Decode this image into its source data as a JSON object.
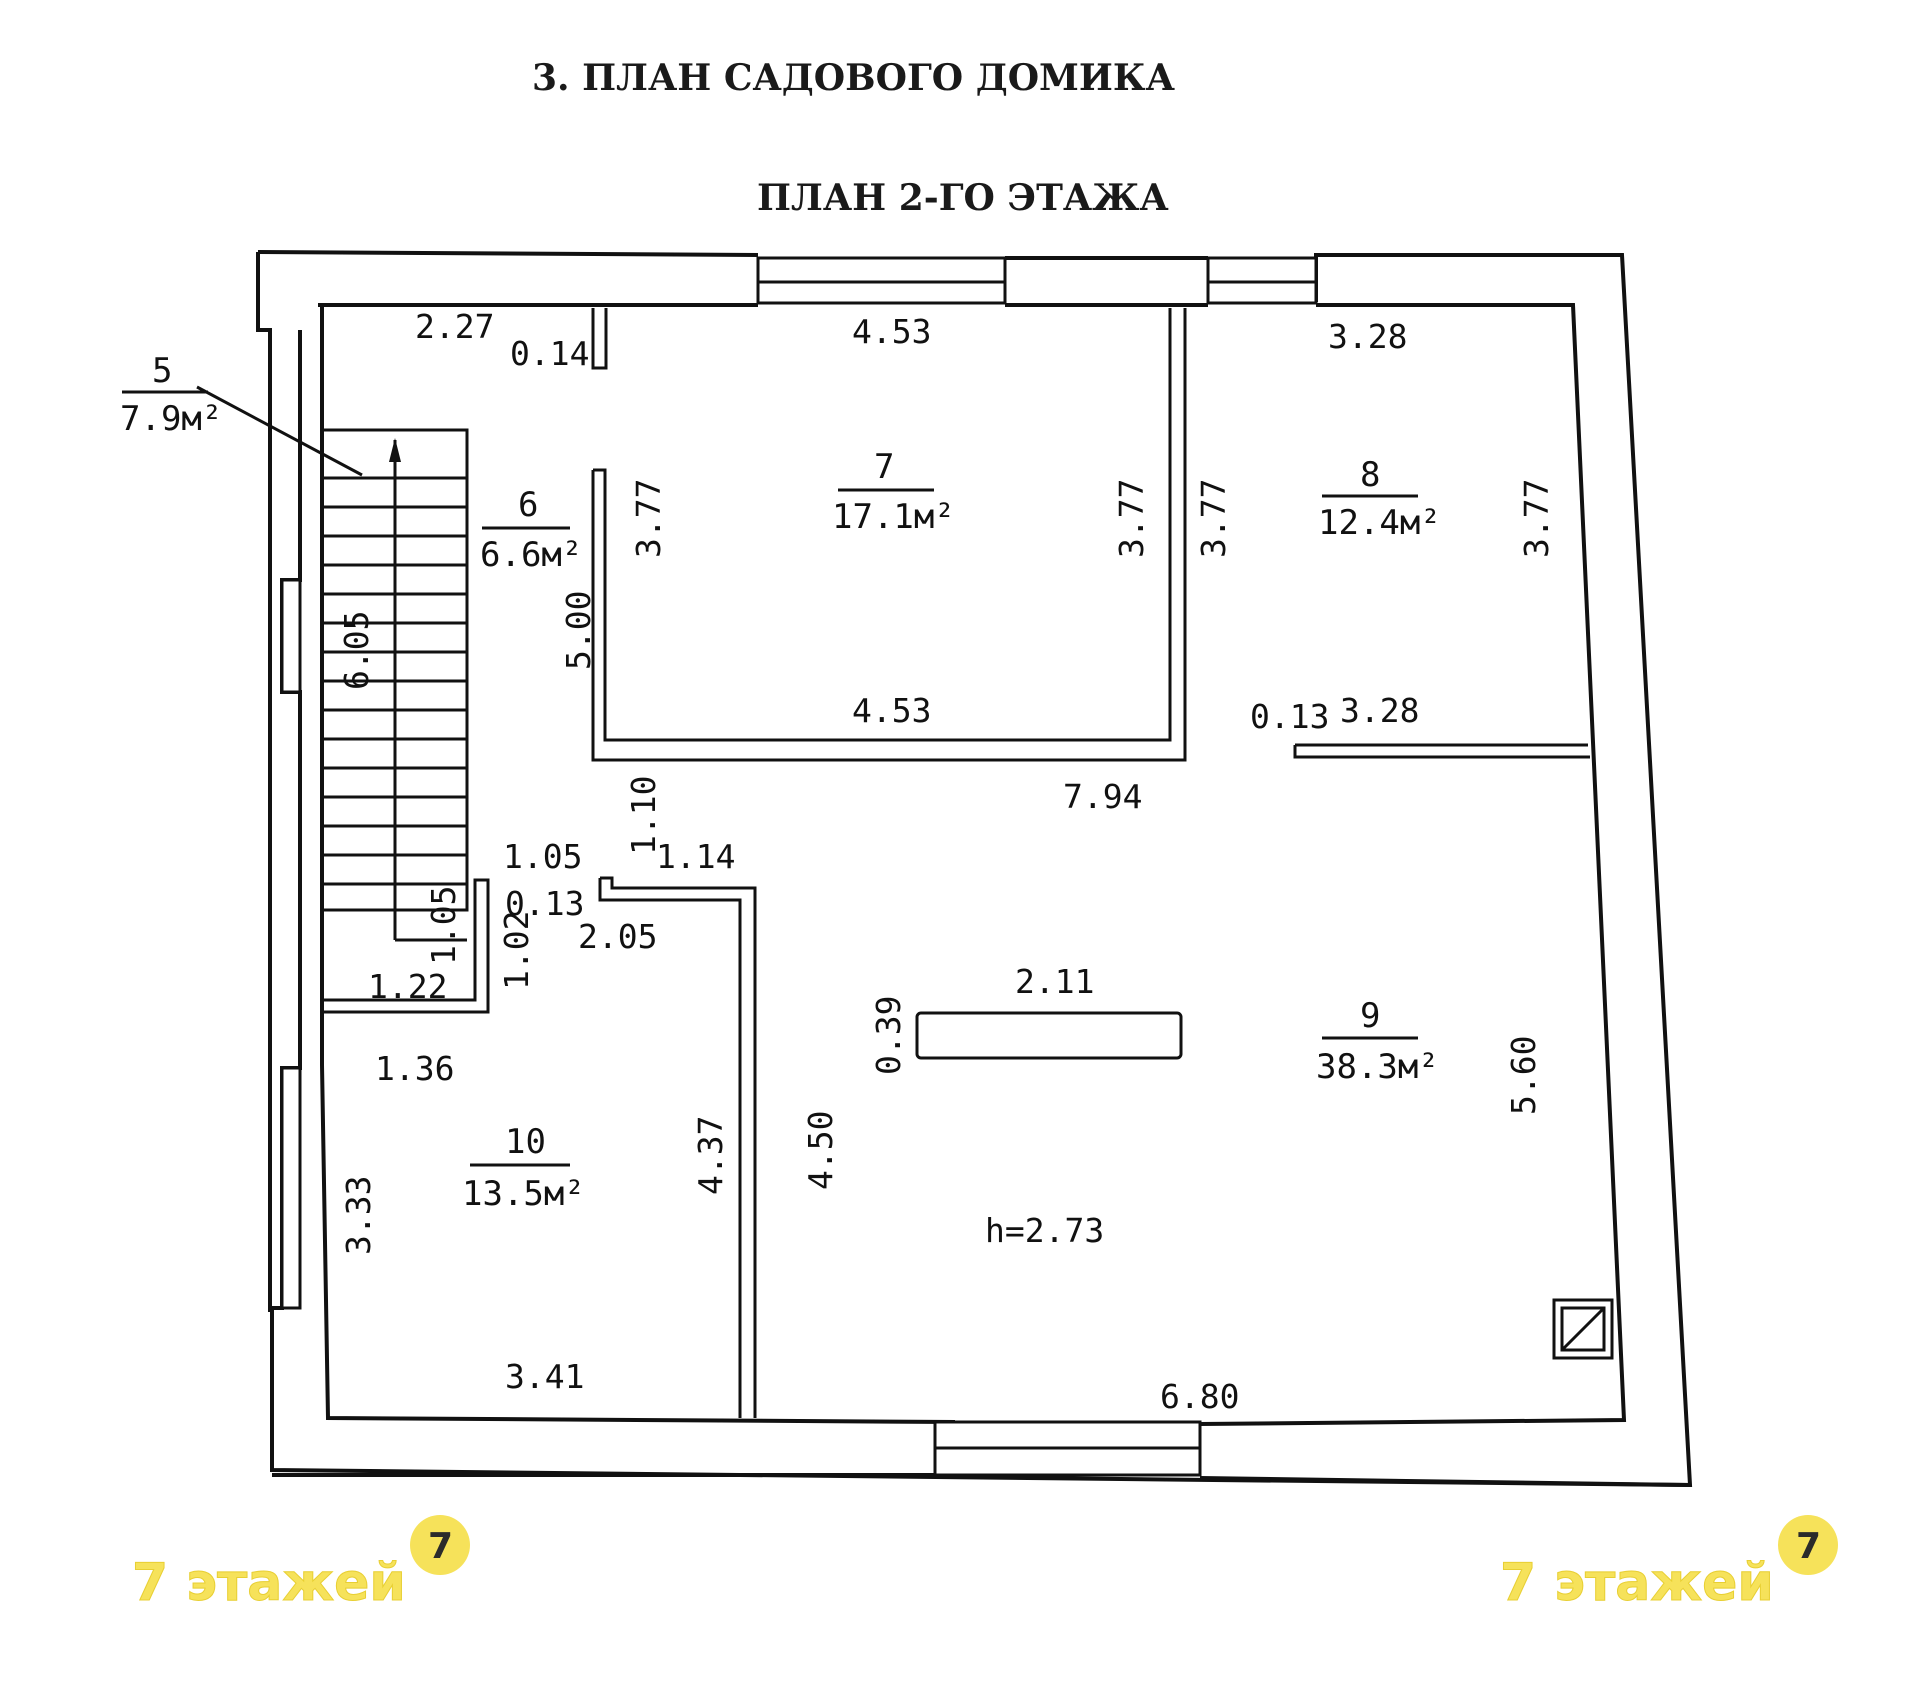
{
  "header": {
    "title": "3. ПЛАН САДОВОГО ДОМИКА",
    "subtitle": "ПЛАН 2-ГО ЭТАЖА"
  },
  "rooms": [
    {
      "id": "5",
      "area": "7.9м²"
    },
    {
      "id": "6",
      "area": "6.6м²"
    },
    {
      "id": "7",
      "area": "17.1м²"
    },
    {
      "id": "8",
      "area": "12.4м²"
    },
    {
      "id": "9",
      "area": "38.3м²"
    },
    {
      "id": "10",
      "area": "13.5м²"
    }
  ],
  "dimensions": {
    "d_2_27": "2.27",
    "d_0_14": "0.14",
    "d_4_53_top": "4.53",
    "d_3_28_top": "3.28",
    "d_3_77_a": "3.77",
    "d_3_77_b": "3.77",
    "d_3_77_c": "3.77",
    "d_3_77_d": "3.77",
    "d_5_00": "5.00",
    "d_6_05": "6.05",
    "d_4_53_bottom": "4.53",
    "d_0_13_right": "0.13",
    "d_3_28_bottom": "3.28",
    "d_7_94": "7.94",
    "d_1_10": "1.10",
    "d_1_05_a": "1.05",
    "d_1_14": "1.14",
    "d_0_13_left": "0.13",
    "d_2_05": "2.05",
    "d_1_05_b": "1.05",
    "d_1_02": "1.02",
    "d_1_22": "1.22",
    "d_2_11": "2.11",
    "d_0_39": "0.39",
    "d_1_36": "1.36",
    "d_4_37": "4.37",
    "d_4_50": "4.50",
    "d_5_60": "5.60",
    "d_3_33": "3.33",
    "d_3_41": "3.41",
    "d_6_80": "6.80",
    "ceiling_height": "h=2.73"
  },
  "watermark": {
    "left_text": "7 этажей",
    "right_text": "7 этажей",
    "logo_digit": "7",
    "color": "#f6e25a"
  }
}
